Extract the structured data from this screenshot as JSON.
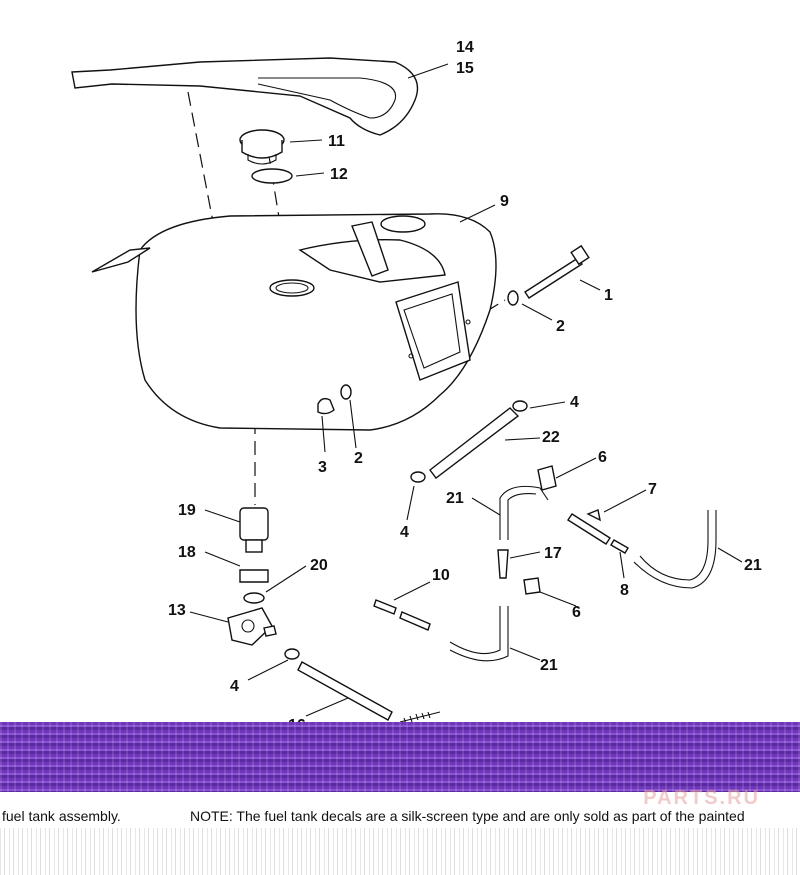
{
  "diagram": {
    "callouts": [
      {
        "id": "c14",
        "text": "14"
      },
      {
        "id": "c15",
        "text": "15"
      },
      {
        "id": "c11",
        "text": "11"
      },
      {
        "id": "c12",
        "text": "12"
      },
      {
        "id": "c9",
        "text": "9"
      },
      {
        "id": "c1",
        "text": "1"
      },
      {
        "id": "c2a",
        "text": "2"
      },
      {
        "id": "c2b",
        "text": "2"
      },
      {
        "id": "c3",
        "text": "3"
      },
      {
        "id": "c4a",
        "text": "4"
      },
      {
        "id": "c22",
        "text": "22"
      },
      {
        "id": "c6a",
        "text": "6"
      },
      {
        "id": "c21a",
        "text": "21"
      },
      {
        "id": "c4b",
        "text": "4"
      },
      {
        "id": "c7",
        "text": "7"
      },
      {
        "id": "c19",
        "text": "19"
      },
      {
        "id": "c17",
        "text": "17"
      },
      {
        "id": "c18",
        "text": "18"
      },
      {
        "id": "c20",
        "text": "20"
      },
      {
        "id": "c8",
        "text": "8"
      },
      {
        "id": "c21b",
        "text": "21"
      },
      {
        "id": "c10",
        "text": "10"
      },
      {
        "id": "c13",
        "text": "13"
      },
      {
        "id": "c6b",
        "text": "6"
      },
      {
        "id": "c21c",
        "text": "21"
      },
      {
        "id": "c4c",
        "text": "4"
      },
      {
        "id": "c16",
        "text": "16"
      }
    ]
  },
  "caption": {
    "left": "fuel tank assembly.",
    "right": "NOTE: The fuel tank decals are a silk-screen type and are only sold as part of the painted"
  },
  "watermark": "PARTS.RU"
}
